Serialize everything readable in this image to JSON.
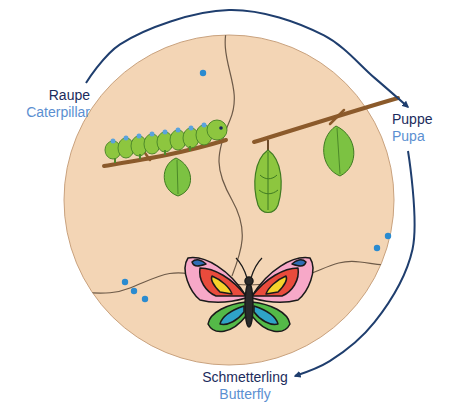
{
  "diagram": {
    "nodes": [
      {
        "text": [
          "Raupe",
          "Caterpillar"
        ]
      },
      {
        "text": [
          "Puppe",
          "Pupa"
        ]
      },
      {
        "text": [
          "Schmetterling",
          "Butterfly"
        ]
      }
    ],
    "edges": [
      {
        "from": 0,
        "to": 1,
        "arrow": "to"
      },
      {
        "from": 1,
        "to": 2,
        "arrow": "to"
      }
    ]
  }
}
